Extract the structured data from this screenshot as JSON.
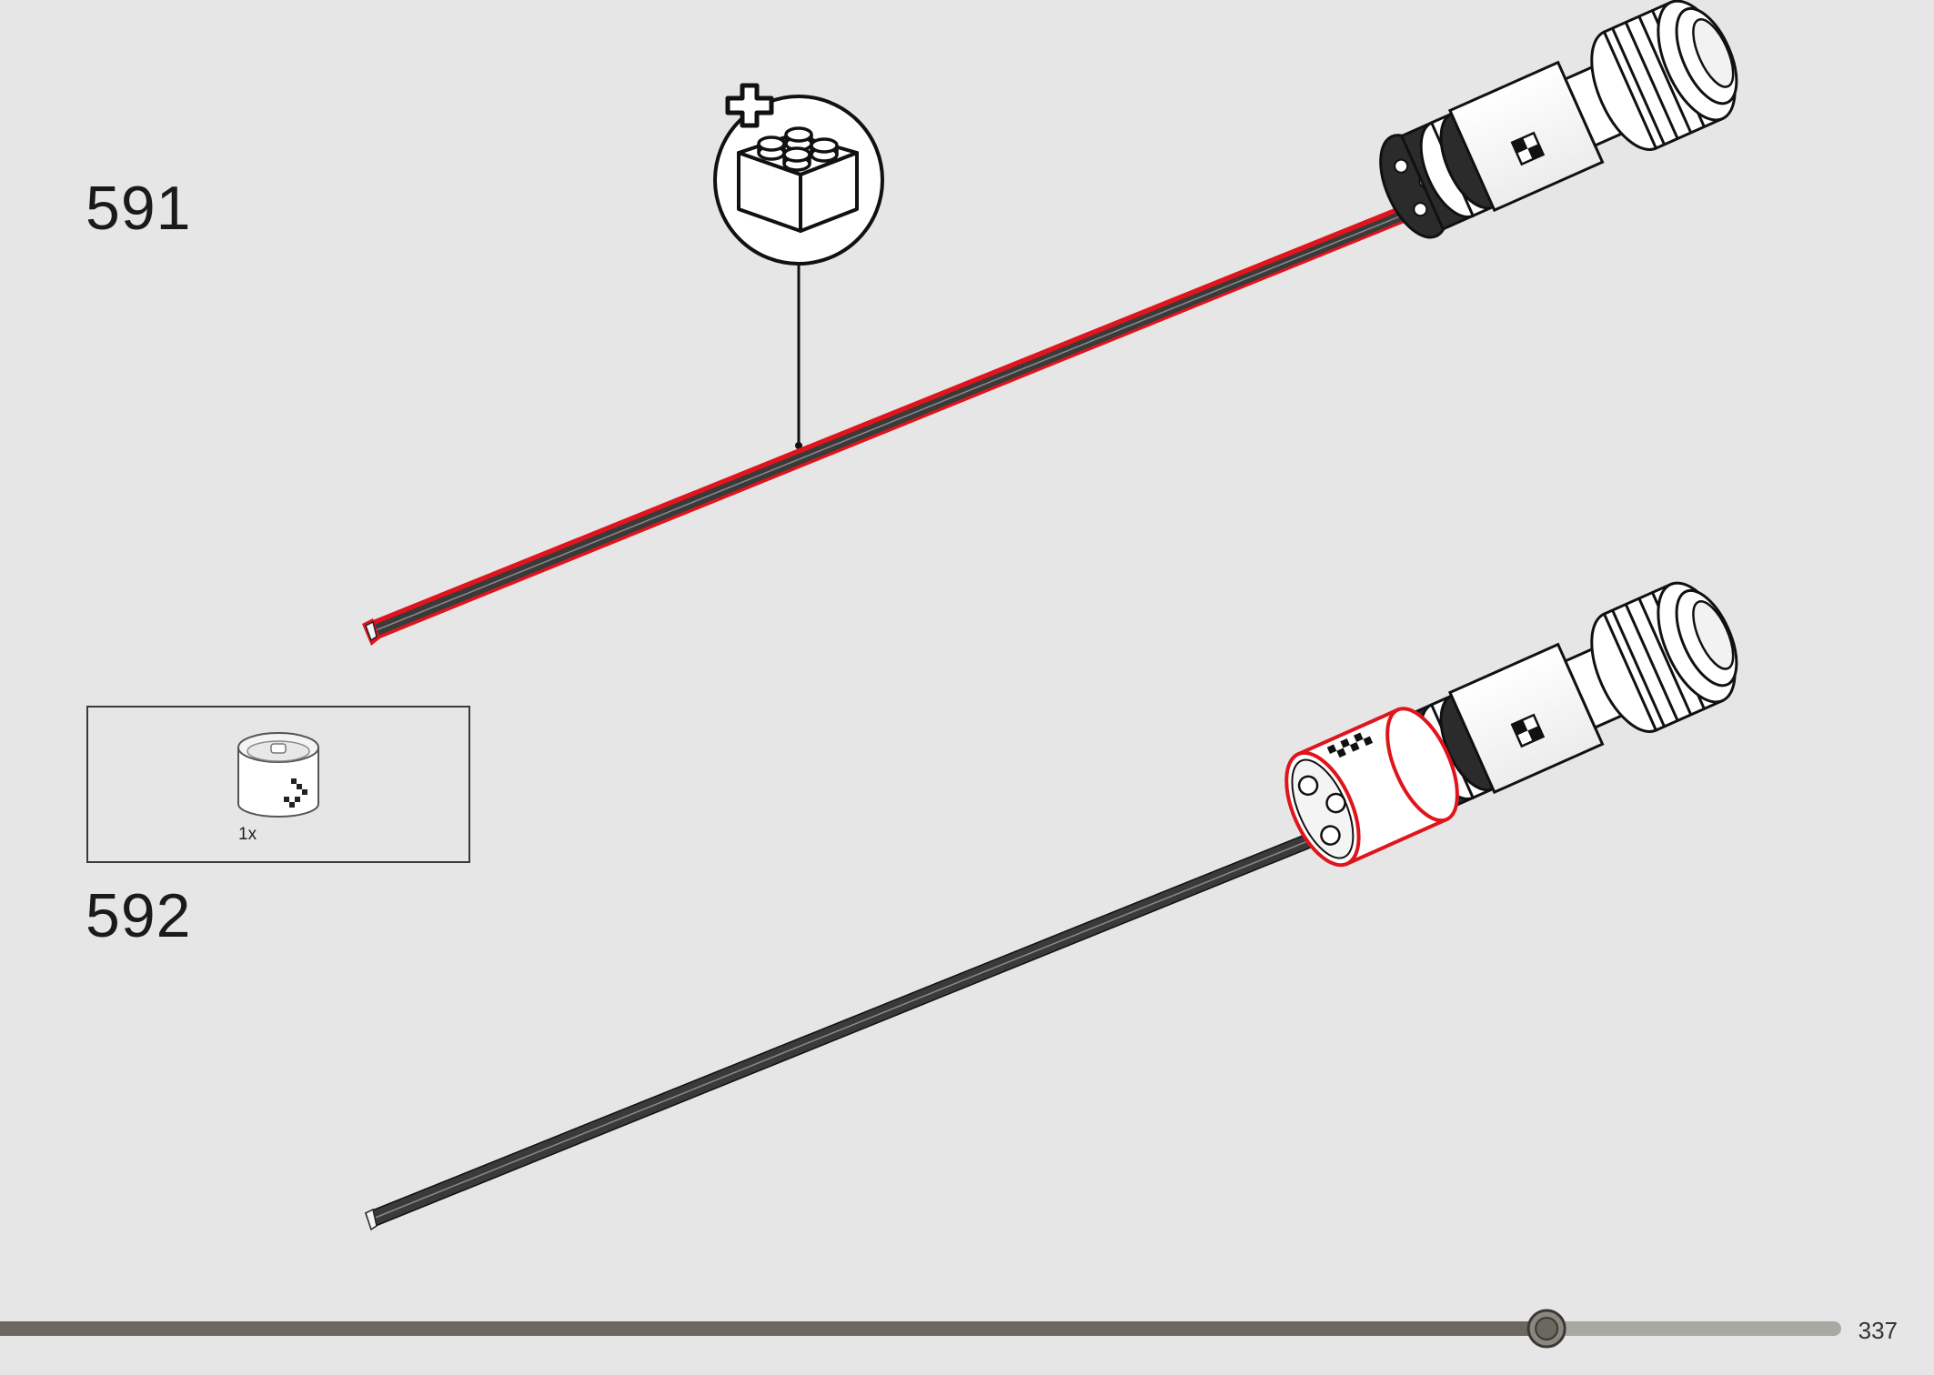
{
  "steps": [
    {
      "number": "591"
    },
    {
      "number": "592"
    }
  ],
  "parts_list": {
    "quantity": "1x",
    "part_icon": "round-white-brick-icon"
  },
  "callout": {
    "icon": "add-brick-icon"
  },
  "footer": {
    "page_number": "337",
    "progress": 0.84
  },
  "colors": {
    "background": "#e6e6e6",
    "highlight": "#e0141c",
    "rod": "#3a3a3a",
    "progress_done": "#6b6860",
    "progress_remaining": "#aaa8a4"
  }
}
